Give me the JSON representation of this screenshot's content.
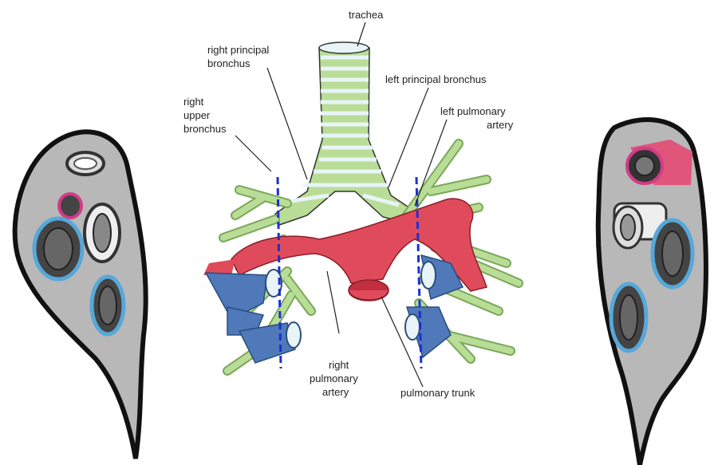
{
  "labels": {
    "trachea": "trachea",
    "right_principal_bronchus": [
      "right principal",
      "bronchus"
    ],
    "left_principal_bronchus": "left principal bronchus",
    "right_upper_bronchus": [
      "right",
      "upper",
      "bronchus"
    ],
    "left_pulmonary_artery": [
      "left pulmonary",
      "artery"
    ],
    "right_pulmonary_artery": [
      "right",
      "pulmonary",
      "artery"
    ],
    "pulmonary_trunk": "pulmonary trunk"
  },
  "colors": {
    "airway": "#b9dd96",
    "airway_ring": "#e8f4f8",
    "artery": "#e04b5b",
    "vein": "#4f79b8",
    "section_line": "#1b2fd6",
    "tissue": "#b8b8b8",
    "tissue_outline": "#111111",
    "section_blue": "#56a8d9",
    "section_pink": "#d23c86"
  },
  "icons": {
    "left_section": "lung-root-section-left",
    "right_section": "lung-root-section-right",
    "diagram": "tracheobronchial-tree"
  }
}
